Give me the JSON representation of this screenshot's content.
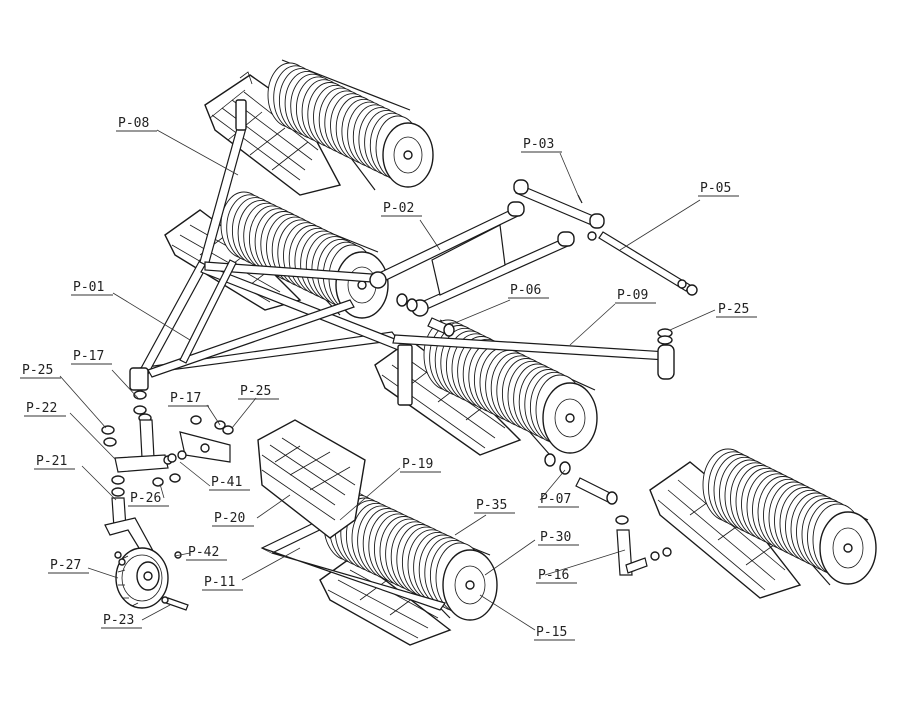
{
  "labels": {
    "p08": "P-08",
    "p03": "P-03",
    "p05": "P-05",
    "p02": "P-02",
    "p01": "P-01",
    "p06": "P-06",
    "p09": "P-09",
    "p25a": "P-25",
    "p17a": "P-17",
    "p25b": "P-25",
    "p22": "P-22",
    "p17b": "P-17",
    "p25c": "P-25",
    "p21": "P-21",
    "p41": "P-41",
    "p26": "P-26",
    "p19": "P-19",
    "p20": "P-20",
    "p07": "P-07",
    "p35": "P-35",
    "p30": "P-30",
    "p27": "P-27",
    "p42": "P-42",
    "p11": "P-11",
    "p16": "P-16",
    "p23": "P-23",
    "p15": "P-15"
  }
}
